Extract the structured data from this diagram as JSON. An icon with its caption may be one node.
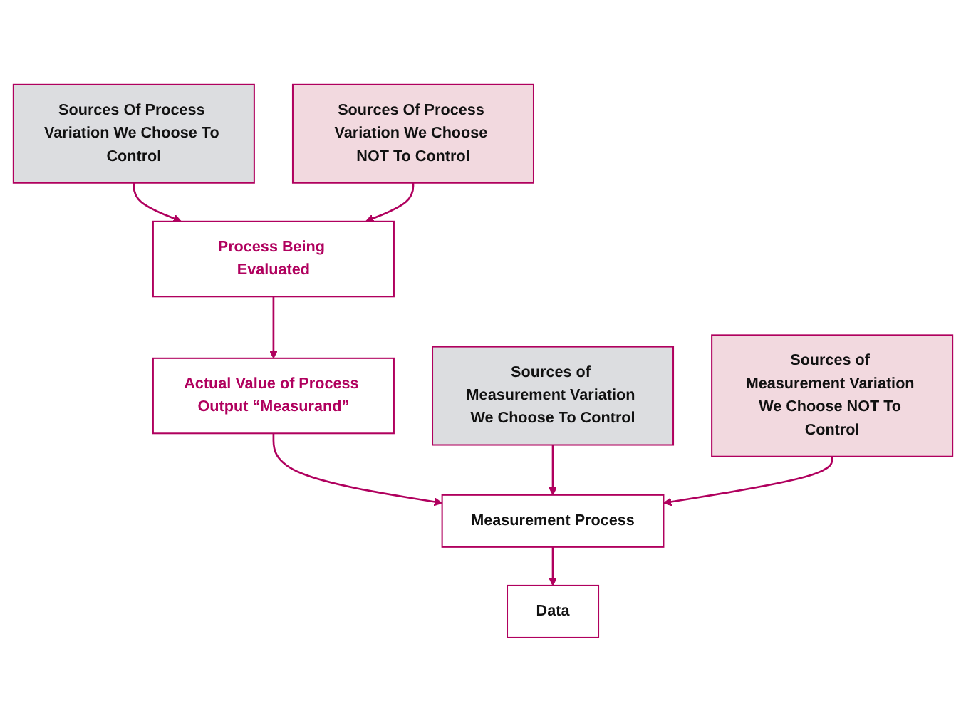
{
  "diagram": {
    "nodes": [
      {
        "text": [
          "Sources Of Process Variation We Choose To Control"
        ]
      },
      {
        "text": [
          "Sources Of Process Variation We Choose NOT To Control"
        ]
      },
      {
        "text": [
          "Process Being Evaluated"
        ]
      },
      {
        "text": [
          "Actual Value of Process Output “Measurand”"
        ]
      },
      {
        "text": [
          "Sources of Measurement Variation We Choose To Control"
        ]
      },
      {
        "text": [
          "Sources of Measurement Variation We Choose NOT To Control"
        ]
      },
      {
        "text": [
          "Measurement Process"
        ]
      },
      {
        "text": [
          "Data"
        ]
      }
    ],
    "edges": [
      {
        "from": 0,
        "to": 2,
        "arrow": "to"
      },
      {
        "from": 1,
        "to": 2,
        "arrow": "to"
      },
      {
        "from": 2,
        "to": 3,
        "arrow": "to"
      },
      {
        "from": 3,
        "to": 6,
        "arrow": "to"
      },
      {
        "from": 4,
        "to": 6,
        "arrow": "to"
      },
      {
        "from": 5,
        "to": 6,
        "arrow": "to"
      },
      {
        "from": 6,
        "to": 7,
        "arrow": "to"
      }
    ]
  }
}
